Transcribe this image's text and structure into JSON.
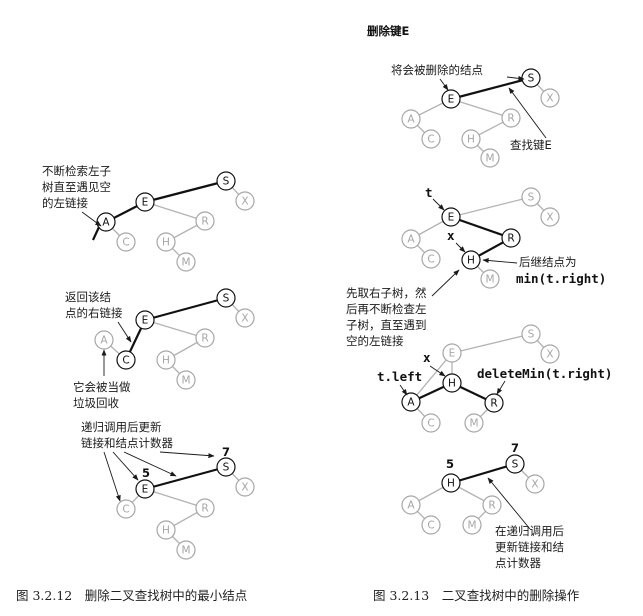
{
  "left": {
    "caption": "图 3.2.12　删除二叉查找树中的最小结点",
    "note1": [
      "不断检索左子",
      "树直至遇见空",
      "的左链接"
    ],
    "note2": [
      "返回该结",
      "点的右链接"
    ],
    "note3": [
      "它会被当做",
      "垃圾回收"
    ],
    "note4": [
      "递归调用后更新",
      "链接和结点计数器"
    ],
    "count_top": "7",
    "count_left": "5"
  },
  "right": {
    "caption": "图 3.2.13　二叉查找树中的删除操作",
    "title": "删除键E",
    "note_node": "将会被删除的结点",
    "note_find": "查找键E",
    "label_t": "t",
    "label_x1": "x",
    "note_succ": "后继结点为",
    "code_min": "min(t.right)",
    "note_right": [
      "先取右子树，然",
      "后再不断检查左",
      "子树，直至遇到",
      "空的左链接"
    ],
    "label_x2": "x",
    "code_tleft": "t.left",
    "code_delmin": "deleteMin(t.right)",
    "count_top": "7",
    "count_left": "5",
    "note_final": [
      "在递归调用后",
      "更新链接和结",
      "点计数器"
    ]
  },
  "node_keys": [
    "A",
    "C",
    "E",
    "H",
    "M",
    "R",
    "S",
    "X"
  ],
  "colors": {
    "active": "#111111",
    "faded": "#a6a6a6"
  }
}
